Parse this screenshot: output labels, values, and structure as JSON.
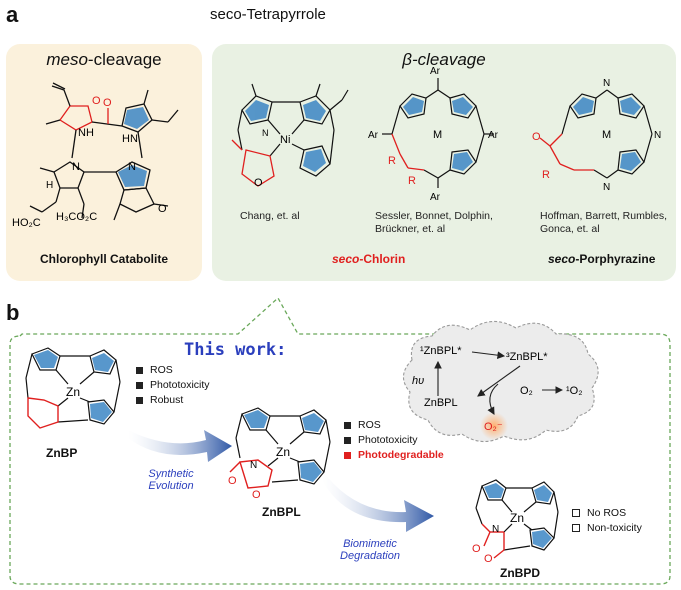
{
  "panel_a": {
    "letter": "a",
    "title": "seco-Tetrapyrrole",
    "meso": {
      "header_prefix": "meso",
      "header_suffix": "-cleavage",
      "compound_name": "Chlorophyll Catabolite",
      "labels": {
        "o1": "O",
        "nh1": "NH",
        "hn1": "HN",
        "n1": "N",
        "n2": "N",
        "h": "H",
        "o2": "O",
        "ho2c": "HO₂C",
        "h3co2c": "H₃CO₂C",
        "o3": "O"
      }
    },
    "beta": {
      "header": "β-cleavage",
      "chlorin_caption": "Chang, et. al",
      "chlorin_name_prefix": "seco",
      "chlorin_name_suffix": "-Chlorin",
      "porphyrin_caption_1": "Sessler, Bonnet, Dolphin,",
      "porphyrin_caption_2": "Brückner, et. al",
      "porphyrazine_caption_1": "Hoffman, Barrett, Rumbles,",
      "porphyrazine_caption_2": "Gonca, et. al",
      "porphyrazine_name_prefix": "seco",
      "porphyrazine_name_suffix": "-Porphyrazine",
      "atom_labels": {
        "ni": "Ni",
        "m": "M",
        "n": "N",
        "o": "O",
        "r": "R",
        "ar": "Ar"
      }
    }
  },
  "panel_b": {
    "letter": "b",
    "title": "This work:",
    "zn": "Zn",
    "n": "N",
    "o": "O",
    "znbp": {
      "name": "ZnBP",
      "props": [
        "ROS",
        "Phototoxicity",
        "Robust"
      ]
    },
    "znbpl": {
      "name": "ZnBPL",
      "props": [
        "ROS",
        "Phototoxicity",
        "Photodegradable"
      ]
    },
    "znbpd": {
      "name": "ZnBPD",
      "props": [
        "No ROS",
        "Non-toxicity"
      ]
    },
    "arrow1_line1": "Synthetic",
    "arrow1_line2": "Evolution",
    "arrow2_line1": "Biomimetic",
    "arrow2_line2": "Degradation",
    "cycle": {
      "s1": "¹ZnBPL*",
      "t1": "³ZnBPL*",
      "ground": "ZnBPL",
      "hv": "hυ",
      "o2": "O₂",
      "singlet_o2": "¹O₂",
      "superoxide": "O₂⁻"
    }
  },
  "colors": {
    "red": "#e0201f",
    "blue": "#2b3fbd",
    "pyrrole_blue": "#3c86c4",
    "meso_bg": "#fbf1dc",
    "beta_bg": "#e9f1e3",
    "dash_green": "#6aa85a"
  }
}
